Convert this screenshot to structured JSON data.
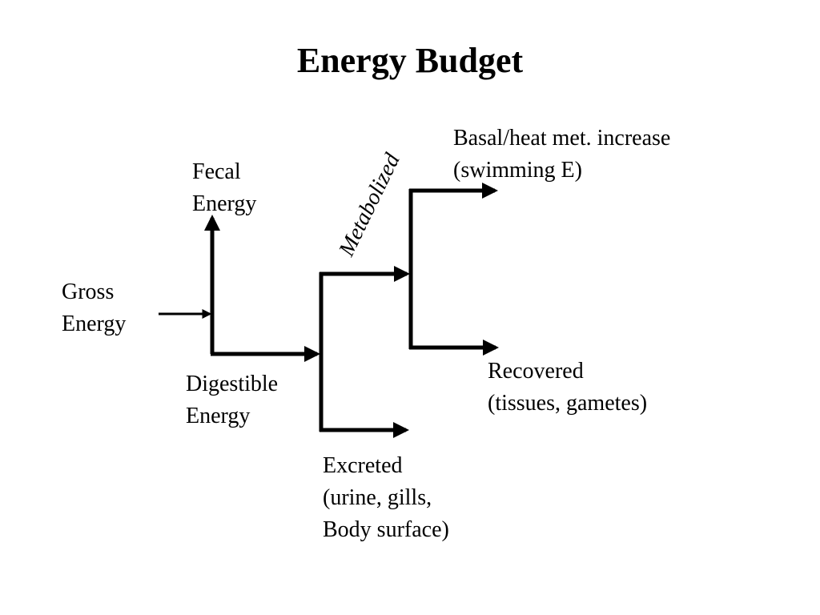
{
  "title": "Energy Budget",
  "nodes": {
    "gross": [
      "Gross",
      "Energy"
    ],
    "fecal": [
      "Fecal",
      "Energy"
    ],
    "digestible": [
      "Digestible",
      "Energy"
    ],
    "metabolized": "Metabolized",
    "excreted": [
      "Excreted",
      "(urine, gills,",
      "Body surface)"
    ],
    "basal": [
      "Basal/heat met. increase",
      "(swimming E)"
    ],
    "recovered": [
      "Recovered",
      "(tissues, gametes)"
    ]
  },
  "colors": {
    "line": "#000000",
    "background": "#ffffff"
  }
}
